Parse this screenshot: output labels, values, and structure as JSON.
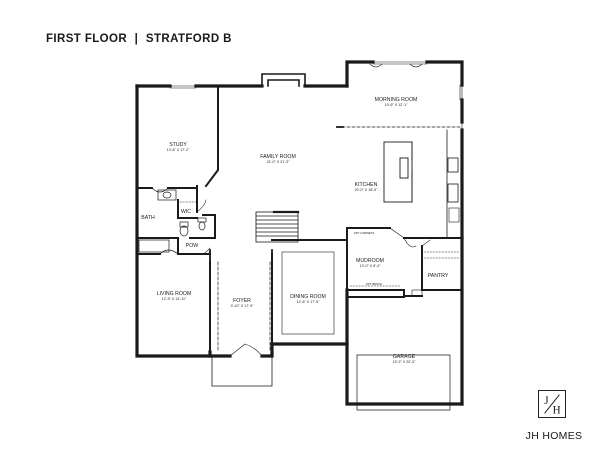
{
  "header": {
    "floor": "FIRST FLOOR",
    "separator": "|",
    "model": "STRATFORD B"
  },
  "rooms": {
    "morning_room": {
      "name": "MORNING ROOM",
      "dims": "19'-6\" X 12'-1\""
    },
    "study": {
      "name": "STUDY",
      "dims": "13'-8\" X 17'-2\""
    },
    "family_room": {
      "name": "FAMILY ROOM",
      "dims": "21'-0\" X 21'-3\""
    },
    "kitchen": {
      "name": "KITCHEN",
      "dims": "20'-0\" X 18'-9\""
    },
    "bath": {
      "name": "BATH"
    },
    "wic": {
      "name": "WIC"
    },
    "opt_cabinets": {
      "name": "OPT CABINETS"
    },
    "pow": {
      "name": "POW"
    },
    "mudroom": {
      "name": "MUDROOM",
      "dims": "13'-0\" X 8'-4\""
    },
    "pantry": {
      "name": "PANTRY"
    },
    "opt_bench": {
      "name": "OPT BENCH"
    },
    "living_room": {
      "name": "LIVING ROOM",
      "dims": "12'-5\" X 14'-11\""
    },
    "foyer": {
      "name": "FOYER",
      "dims": "9'-10\" X 17'-9\""
    },
    "dining_room": {
      "name": "DINING ROOM",
      "dims": "12'-6\" X 17'-5\""
    },
    "garage": {
      "name": "GARAGE",
      "dims": "19'-2\" X 20'-3\""
    }
  },
  "brand": {
    "logo_left": "J",
    "logo_right": "H",
    "name": "JH HOMES"
  }
}
